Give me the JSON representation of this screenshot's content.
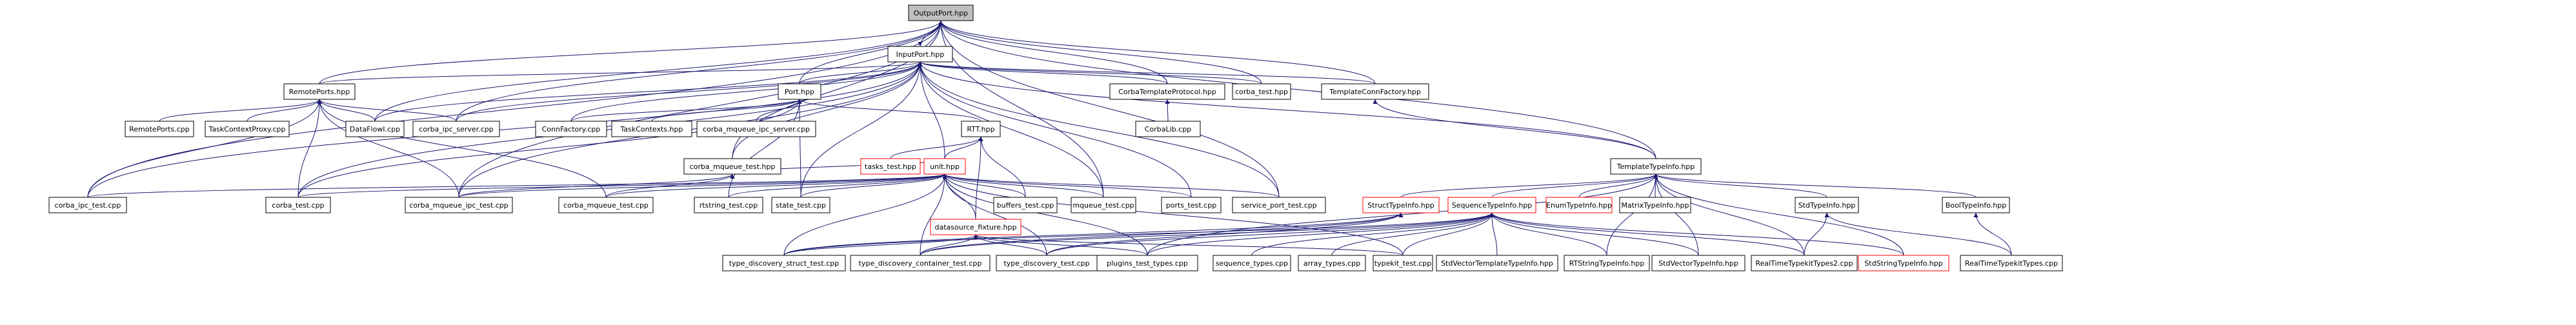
{
  "diagram": {
    "type": "include-dependency-graph",
    "colors": {
      "root_fill": "#bfbfbf",
      "node_fill": "#ffffff",
      "node_border": "#000000",
      "truncated_border": "#ff0000",
      "edge": "#191970",
      "text": "#000000"
    },
    "nodes": [
      {
        "id": "outputport",
        "label": "OutputPort.hpp",
        "role": "root"
      },
      {
        "id": "inputport",
        "label": "InputPort.hpp"
      },
      {
        "id": "remoteports_hpp",
        "label": "RemotePorts.hpp"
      },
      {
        "id": "port_hpp",
        "label": "Port.hpp"
      },
      {
        "id": "corbatemplateprotocol",
        "label": "CorbaTemplateProtocol.hpp"
      },
      {
        "id": "corba_test_hpp",
        "label": "corba_test.hpp"
      },
      {
        "id": "templateconnfactory",
        "label": "TemplateConnFactory.hpp"
      },
      {
        "id": "remoteports_cpp",
        "label": "RemotePorts.cpp"
      },
      {
        "id": "taskcontextproxy",
        "label": "TaskContextProxy.cpp"
      },
      {
        "id": "dataflow",
        "label": "DataFlowI.cpp"
      },
      {
        "id": "corba_ipc_server",
        "label": "corba_ipc_server.cpp"
      },
      {
        "id": "connfactory",
        "label": "ConnFactory.cpp"
      },
      {
        "id": "taskcontexts",
        "label": "TaskContexts.hpp"
      },
      {
        "id": "corba_mqueue_ipc_server",
        "label": "corba_mqueue_ipc_server.cpp"
      },
      {
        "id": "corbalib",
        "label": "CorbaLib.cpp"
      },
      {
        "id": "rtt_hpp",
        "label": "RTT.hpp"
      },
      {
        "id": "tasks_test",
        "label": "tasks_test.hpp",
        "truncated": true
      },
      {
        "id": "unit_hpp",
        "label": "unit.hpp",
        "truncated": true
      },
      {
        "id": "corba_mqueue_test_hpp",
        "label": "corba_mqueue_test.hpp"
      },
      {
        "id": "templatetypeinfo",
        "label": "TemplateTypeInfo.hpp"
      },
      {
        "id": "corba_ipc_test",
        "label": "corba_ipc_test.cpp"
      },
      {
        "id": "corba_test_cpp",
        "label": "corba_test.cpp"
      },
      {
        "id": "corba_mqueue_ipc_test",
        "label": "corba_mqueue_ipc_test.cpp"
      },
      {
        "id": "corba_mqueue_test_cpp",
        "label": "corba_mqueue_test.cpp"
      },
      {
        "id": "rtstring_test",
        "label": "rtstring_test.cpp"
      },
      {
        "id": "state_test",
        "label": "state_test.cpp"
      },
      {
        "id": "buffers_test",
        "label": "buffers_test.cpp"
      },
      {
        "id": "mqueue_test",
        "label": "mqueue_test.cpp"
      },
      {
        "id": "ports_test",
        "label": "ports_test.cpp"
      },
      {
        "id": "service_port_test",
        "label": "service_port_test.cpp"
      },
      {
        "id": "structtypeinfo",
        "label": "StructTypeInfo.hpp",
        "truncated": true
      },
      {
        "id": "sequencetypeinfo",
        "label": "SequenceTypeInfo.hpp",
        "truncated": true
      },
      {
        "id": "enumtypeinfo",
        "label": "EnumTypeInfo.hpp",
        "truncated": true
      },
      {
        "id": "matrixtypeinfo",
        "label": "MatrixTypeInfo.hpp"
      },
      {
        "id": "stdtypeinfo",
        "label": "StdTypeInfo.hpp"
      },
      {
        "id": "booltypeinfo",
        "label": "BoolTypeInfo.hpp"
      },
      {
        "id": "datasource_fixture",
        "label": "datasource_fixture.hpp",
        "truncated": true
      },
      {
        "id": "type_discovery_struct_test",
        "label": "type_discovery_struct_test.cpp"
      },
      {
        "id": "type_discovery_container_test",
        "label": "type_discovery_container_test.cpp"
      },
      {
        "id": "type_discovery_test",
        "label": "type_discovery_test.cpp"
      },
      {
        "id": "plugins_test_types",
        "label": "plugins_test_types.cpp"
      },
      {
        "id": "sequence_types",
        "label": "sequence_types.cpp"
      },
      {
        "id": "array_types",
        "label": "array_types.cpp"
      },
      {
        "id": "typekit_test",
        "label": "typekit_test.cpp"
      },
      {
        "id": "stdvectortemplatetypeinfo",
        "label": "StdVectorTemplateTypeInfo.hpp"
      },
      {
        "id": "rtstringtypeinfo",
        "label": "RTStringTypeInfo.hpp"
      },
      {
        "id": "stdvectortypeinfo",
        "label": "StdVectorTypeInfo.hpp"
      },
      {
        "id": "realtimetypekittypes2",
        "label": "RealTimeTypekitTypes2.cpp"
      },
      {
        "id": "stdstringtypeinfo",
        "label": "StdStringTypeInfo.hpp",
        "truncated": true
      },
      {
        "id": "realtimetypekittypes",
        "label": "RealTimeTypekitTypes.cpp"
      }
    ],
    "edges": [
      [
        "inputport",
        "outputport"
      ],
      [
        "outputport",
        "inputport"
      ],
      [
        "remoteports_hpp",
        "outputport"
      ],
      [
        "port_hpp",
        "outputport"
      ],
      [
        "corbatemplateprotocol",
        "outputport"
      ],
      [
        "corba_test_hpp",
        "outputport"
      ],
      [
        "templateconnfactory",
        "outputport"
      ],
      [
        "dataflow",
        "outputport"
      ],
      [
        "corba_ipc_server",
        "outputport"
      ],
      [
        "corba_ipc_test",
        "outputport"
      ],
      [
        "corba_mqueue_ipc_test",
        "outputport"
      ],
      [
        "mqueue_test",
        "outputport"
      ],
      [
        "templatetypeinfo",
        "outputport"
      ],
      [
        "service_port_test",
        "outputport"
      ],
      [
        "corba_mqueue_test_hpp",
        "outputport"
      ],
      [
        "remoteports_hpp",
        "inputport"
      ],
      [
        "port_hpp",
        "inputport"
      ],
      [
        "corbatemplateprotocol",
        "inputport"
      ],
      [
        "corba_test_hpp",
        "inputport"
      ],
      [
        "templateconnfactory",
        "inputport"
      ],
      [
        "connfactory",
        "inputport"
      ],
      [
        "dataflow",
        "inputport"
      ],
      [
        "corba_ipc_server",
        "inputport"
      ],
      [
        "corba_mqueue_test_hpp",
        "inputport"
      ],
      [
        "unit_hpp",
        "inputport"
      ],
      [
        "templatetypeinfo",
        "inputport"
      ],
      [
        "corba_ipc_test",
        "inputport"
      ],
      [
        "corba_test_cpp",
        "inputport"
      ],
      [
        "corba_mqueue_ipc_test",
        "inputport"
      ],
      [
        "mqueue_test",
        "inputport"
      ],
      [
        "ports_test",
        "inputport"
      ],
      [
        "service_port_test",
        "inputport"
      ],
      [
        "state_test",
        "inputport"
      ],
      [
        "remoteports_cpp",
        "remoteports_hpp"
      ],
      [
        "taskcontextproxy",
        "remoteports_hpp"
      ],
      [
        "dataflow",
        "remoteports_hpp"
      ],
      [
        "corba_ipc_server",
        "remoteports_hpp"
      ],
      [
        "corba_ipc_test",
        "remoteports_hpp"
      ],
      [
        "corba_test_cpp",
        "remoteports_hpp"
      ],
      [
        "corba_mqueue_ipc_test",
        "remoteports_hpp"
      ],
      [
        "corba_mqueue_test_cpp",
        "remoteports_hpp"
      ],
      [
        "connfactory",
        "port_hpp"
      ],
      [
        "taskcontexts",
        "port_hpp"
      ],
      [
        "corba_mqueue_ipc_server",
        "port_hpp"
      ],
      [
        "rtt_hpp",
        "port_hpp"
      ],
      [
        "corba_test_cpp",
        "port_hpp"
      ],
      [
        "state_test",
        "port_hpp"
      ],
      [
        "rtstring_test",
        "port_hpp"
      ],
      [
        "corbalib",
        "corbatemplateprotocol"
      ],
      [
        "templatetypeinfo",
        "templateconnfactory"
      ],
      [
        "tasks_test",
        "rtt_hpp"
      ],
      [
        "unit_hpp",
        "rtt_hpp"
      ],
      [
        "buffers_test",
        "rtt_hpp"
      ],
      [
        "datasource_fixture",
        "rtt_hpp"
      ],
      [
        "corba_mqueue_test_hpp",
        "unit_hpp"
      ],
      [
        "corba_ipc_test",
        "unit_hpp"
      ],
      [
        "corba_test_cpp",
        "unit_hpp"
      ],
      [
        "corba_mqueue_ipc_test",
        "unit_hpp"
      ],
      [
        "corba_mqueue_test_cpp",
        "unit_hpp"
      ],
      [
        "rtstring_test",
        "unit_hpp"
      ],
      [
        "state_test",
        "unit_hpp"
      ],
      [
        "buffers_test",
        "unit_hpp"
      ],
      [
        "mqueue_test",
        "unit_hpp"
      ],
      [
        "ports_test",
        "unit_hpp"
      ],
      [
        "service_port_test",
        "unit_hpp"
      ],
      [
        "datasource_fixture",
        "unit_hpp"
      ],
      [
        "type_discovery_struct_test",
        "unit_hpp"
      ],
      [
        "type_discovery_container_test",
        "unit_hpp"
      ],
      [
        "type_discovery_test",
        "unit_hpp"
      ],
      [
        "plugins_test_types",
        "unit_hpp"
      ],
      [
        "typekit_test",
        "unit_hpp"
      ],
      [
        "corba_mqueue_ipc_test",
        "corba_mqueue_test_hpp"
      ],
      [
        "corba_mqueue_test_cpp",
        "corba_mqueue_test_hpp"
      ],
      [
        "type_discovery_struct_test",
        "datasource_fixture"
      ],
      [
        "type_discovery_container_test",
        "datasource_fixture"
      ],
      [
        "type_discovery_test",
        "datasource_fixture"
      ],
      [
        "plugins_test_types",
        "datasource_fixture"
      ],
      [
        "typekit_test",
        "datasource_fixture"
      ],
      [
        "structtypeinfo",
        "templatetypeinfo"
      ],
      [
        "sequencetypeinfo",
        "templatetypeinfo"
      ],
      [
        "enumtypeinfo",
        "templatetypeinfo"
      ],
      [
        "matrixtypeinfo",
        "templatetypeinfo"
      ],
      [
        "stdtypeinfo",
        "templatetypeinfo"
      ],
      [
        "booltypeinfo",
        "templatetypeinfo"
      ],
      [
        "realtimetypekittypes2",
        "templatetypeinfo"
      ],
      [
        "stdstringtypeinfo",
        "templatetypeinfo"
      ],
      [
        "stdvectortypeinfo",
        "templatetypeinfo"
      ],
      [
        "rtstringtypeinfo",
        "templatetypeinfo"
      ],
      [
        "plugins_test_types",
        "templatetypeinfo"
      ],
      [
        "type_discovery_struct_test",
        "structtypeinfo"
      ],
      [
        "type_discovery_container_test",
        "structtypeinfo"
      ],
      [
        "type_discovery_test",
        "structtypeinfo"
      ],
      [
        "type_discovery_struct_test",
        "sequencetypeinfo"
      ],
      [
        "type_discovery_container_test",
        "sequencetypeinfo"
      ],
      [
        "type_discovery_test",
        "sequencetypeinfo"
      ],
      [
        "plugins_test_types",
        "sequencetypeinfo"
      ],
      [
        "sequence_types",
        "sequencetypeinfo"
      ],
      [
        "array_types",
        "sequencetypeinfo"
      ],
      [
        "typekit_test",
        "sequencetypeinfo"
      ],
      [
        "stdvectortemplatetypeinfo",
        "sequencetypeinfo"
      ],
      [
        "rtstringtypeinfo",
        "sequencetypeinfo"
      ],
      [
        "stdvectortypeinfo",
        "sequencetypeinfo"
      ],
      [
        "realtimetypekittypes2",
        "sequencetypeinfo"
      ],
      [
        "stdstringtypeinfo",
        "sequencetypeinfo"
      ],
      [
        "realtimetypekittypes2",
        "stdtypeinfo"
      ],
      [
        "realtimetypekittypes",
        "stdtypeinfo"
      ],
      [
        "realtimetypekittypes",
        "booltypeinfo"
      ]
    ]
  }
}
